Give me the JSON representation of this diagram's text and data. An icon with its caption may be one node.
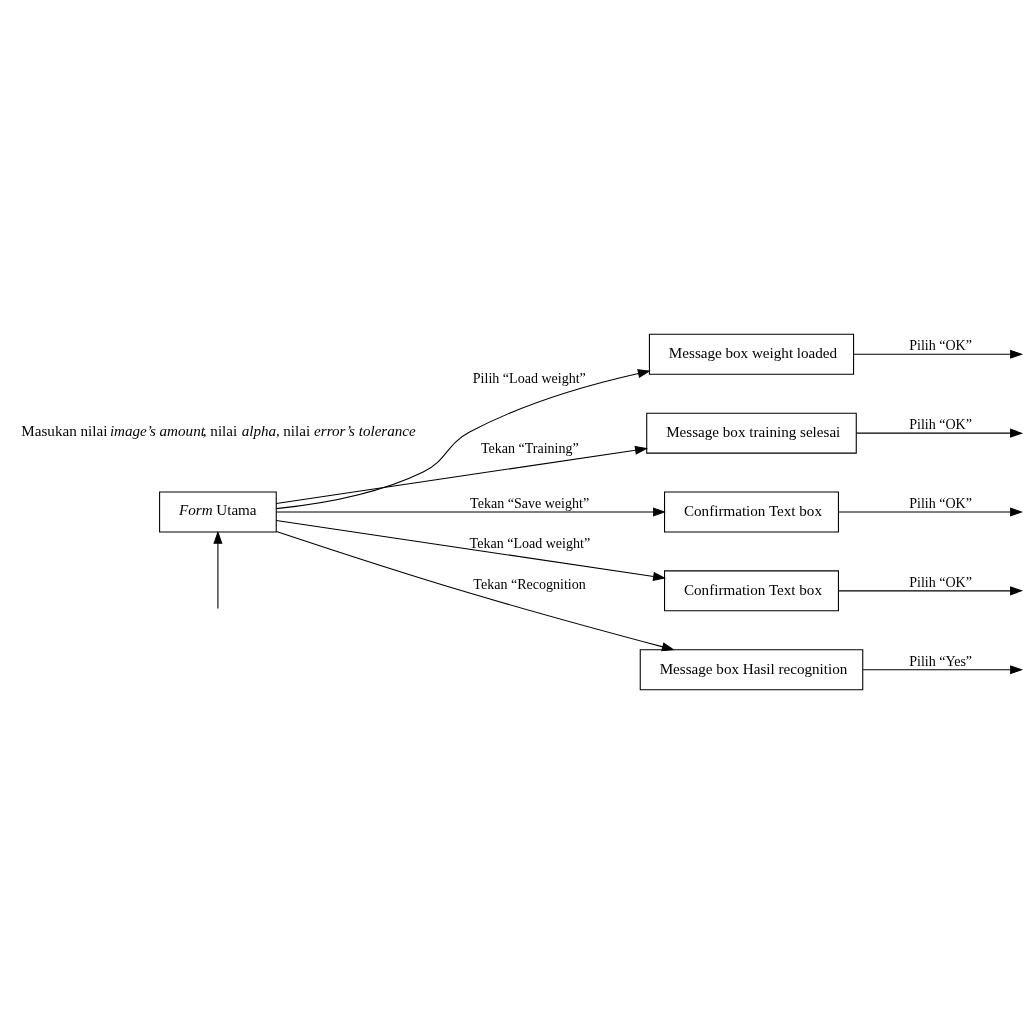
{
  "diagram": {
    "nodes": [
      {
        "text": [
          "*Form* Utama"
        ]
      },
      {
        "text": [
          "Message box weight loaded"
        ]
      },
      {
        "text": [
          "Message box training selesai"
        ]
      },
      {
        "text": [
          "Confirmation Text box"
        ]
      },
      {
        "text": [
          "Confirmation Text box"
        ]
      },
      {
        "text": [
          "Message box Hasil recognition"
        ]
      }
    ],
    "edges": [
      {
        "from": null,
        "to": 0,
        "arrow": "to"
      },
      {
        "from": 0,
        "to": 1,
        "arrow": "to",
        "label": "Pilih “Load weight”"
      },
      {
        "from": 1,
        "to": null,
        "arrow": "to",
        "label": "Pilih “OK”"
      },
      {
        "from": 0,
        "to": 2,
        "arrow": "to",
        "label": "Tekan “Training”"
      },
      {
        "from": 2,
        "to": null,
        "arrow": "to",
        "label": "Pilih “OK”"
      },
      {
        "from": 0,
        "to": 3,
        "arrow": "to",
        "label": "Tekan “Save weight”"
      },
      {
        "from": 3,
        "to": null,
        "arrow": "to",
        "label": "Pilih “OK”"
      },
      {
        "from": 0,
        "to": 4,
        "arrow": "to",
        "label": "Tekan “Load weight”"
      },
      {
        "from": 4,
        "to": null,
        "arrow": "to",
        "label": "Pilih “OK”"
      },
      {
        "from": 0,
        "to": 5,
        "arrow": "to",
        "label": "Tekan “Recognition"
      },
      {
        "from": 5,
        "to": null,
        "arrow": "to",
        "label": "Pilih “Yes”"
      }
    ],
    "labels": [
      "Masukan nilai *image’s amount*, nilai *alpha,* nilai *error’s tolerance*"
    ]
  }
}
